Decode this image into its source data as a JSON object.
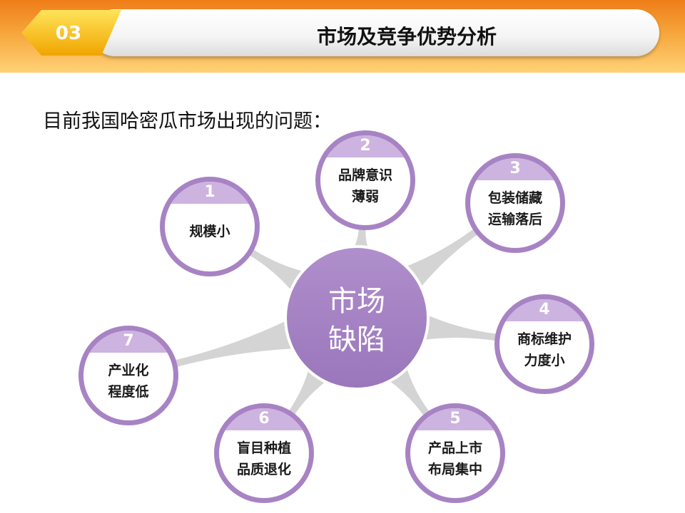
{
  "header": {
    "section_number": "03",
    "title": "市场及竞争优势分析"
  },
  "subtitle": "目前我国哈密瓜市场出现的问题：",
  "center": {
    "line1": "市场",
    "line2": "缺陷"
  },
  "nodes": [
    {
      "number": "1",
      "line1": "规模小",
      "line2": ""
    },
    {
      "number": "2",
      "line1": "品牌意识",
      "line2": "薄弱"
    },
    {
      "number": "3",
      "line1": "包装储藏",
      "line2": "运输落后"
    },
    {
      "number": "4",
      "line1": "商标维护",
      "line2": "力度小"
    },
    {
      "number": "5",
      "line1": "产品上市",
      "line2": "布局集中"
    },
    {
      "number": "6",
      "line1": "盲目种植",
      "line2": "品质退化"
    },
    {
      "number": "7",
      "line1": "产业化",
      "line2": "程度低"
    }
  ],
  "colors": {
    "accent_purple": "#a783c4",
    "light_purple": "#cdb3e0",
    "header_orange": "#f29a2e",
    "badge_yellow": "#f6c21c"
  }
}
